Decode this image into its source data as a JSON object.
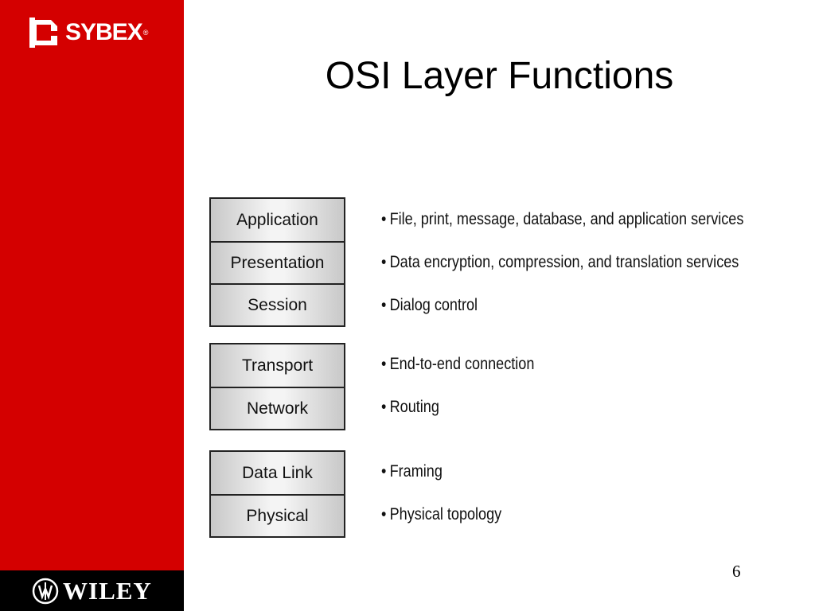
{
  "brand": {
    "publisher": "SYBEX",
    "publisher_mark": "®",
    "parent": "WILEY"
  },
  "slide": {
    "title": "OSI Layer Functions",
    "page_number": "6"
  },
  "layers": [
    {
      "name": "Application",
      "function": "File, print, message, database, and application services"
    },
    {
      "name": "Presentation",
      "function": "Data encryption, compression, and translation services"
    },
    {
      "name": "Session",
      "function": "Dialog control"
    },
    {
      "name": "Transport",
      "function": "End-to-end connection"
    },
    {
      "name": "Network",
      "function": "Routing"
    },
    {
      "name": "Data Link",
      "function": "Framing"
    },
    {
      "name": "Physical",
      "function": "Physical topology"
    }
  ],
  "bullet_glyph": "•",
  "colors": {
    "sidebar": "#d40000",
    "footer_bar": "#000000"
  }
}
